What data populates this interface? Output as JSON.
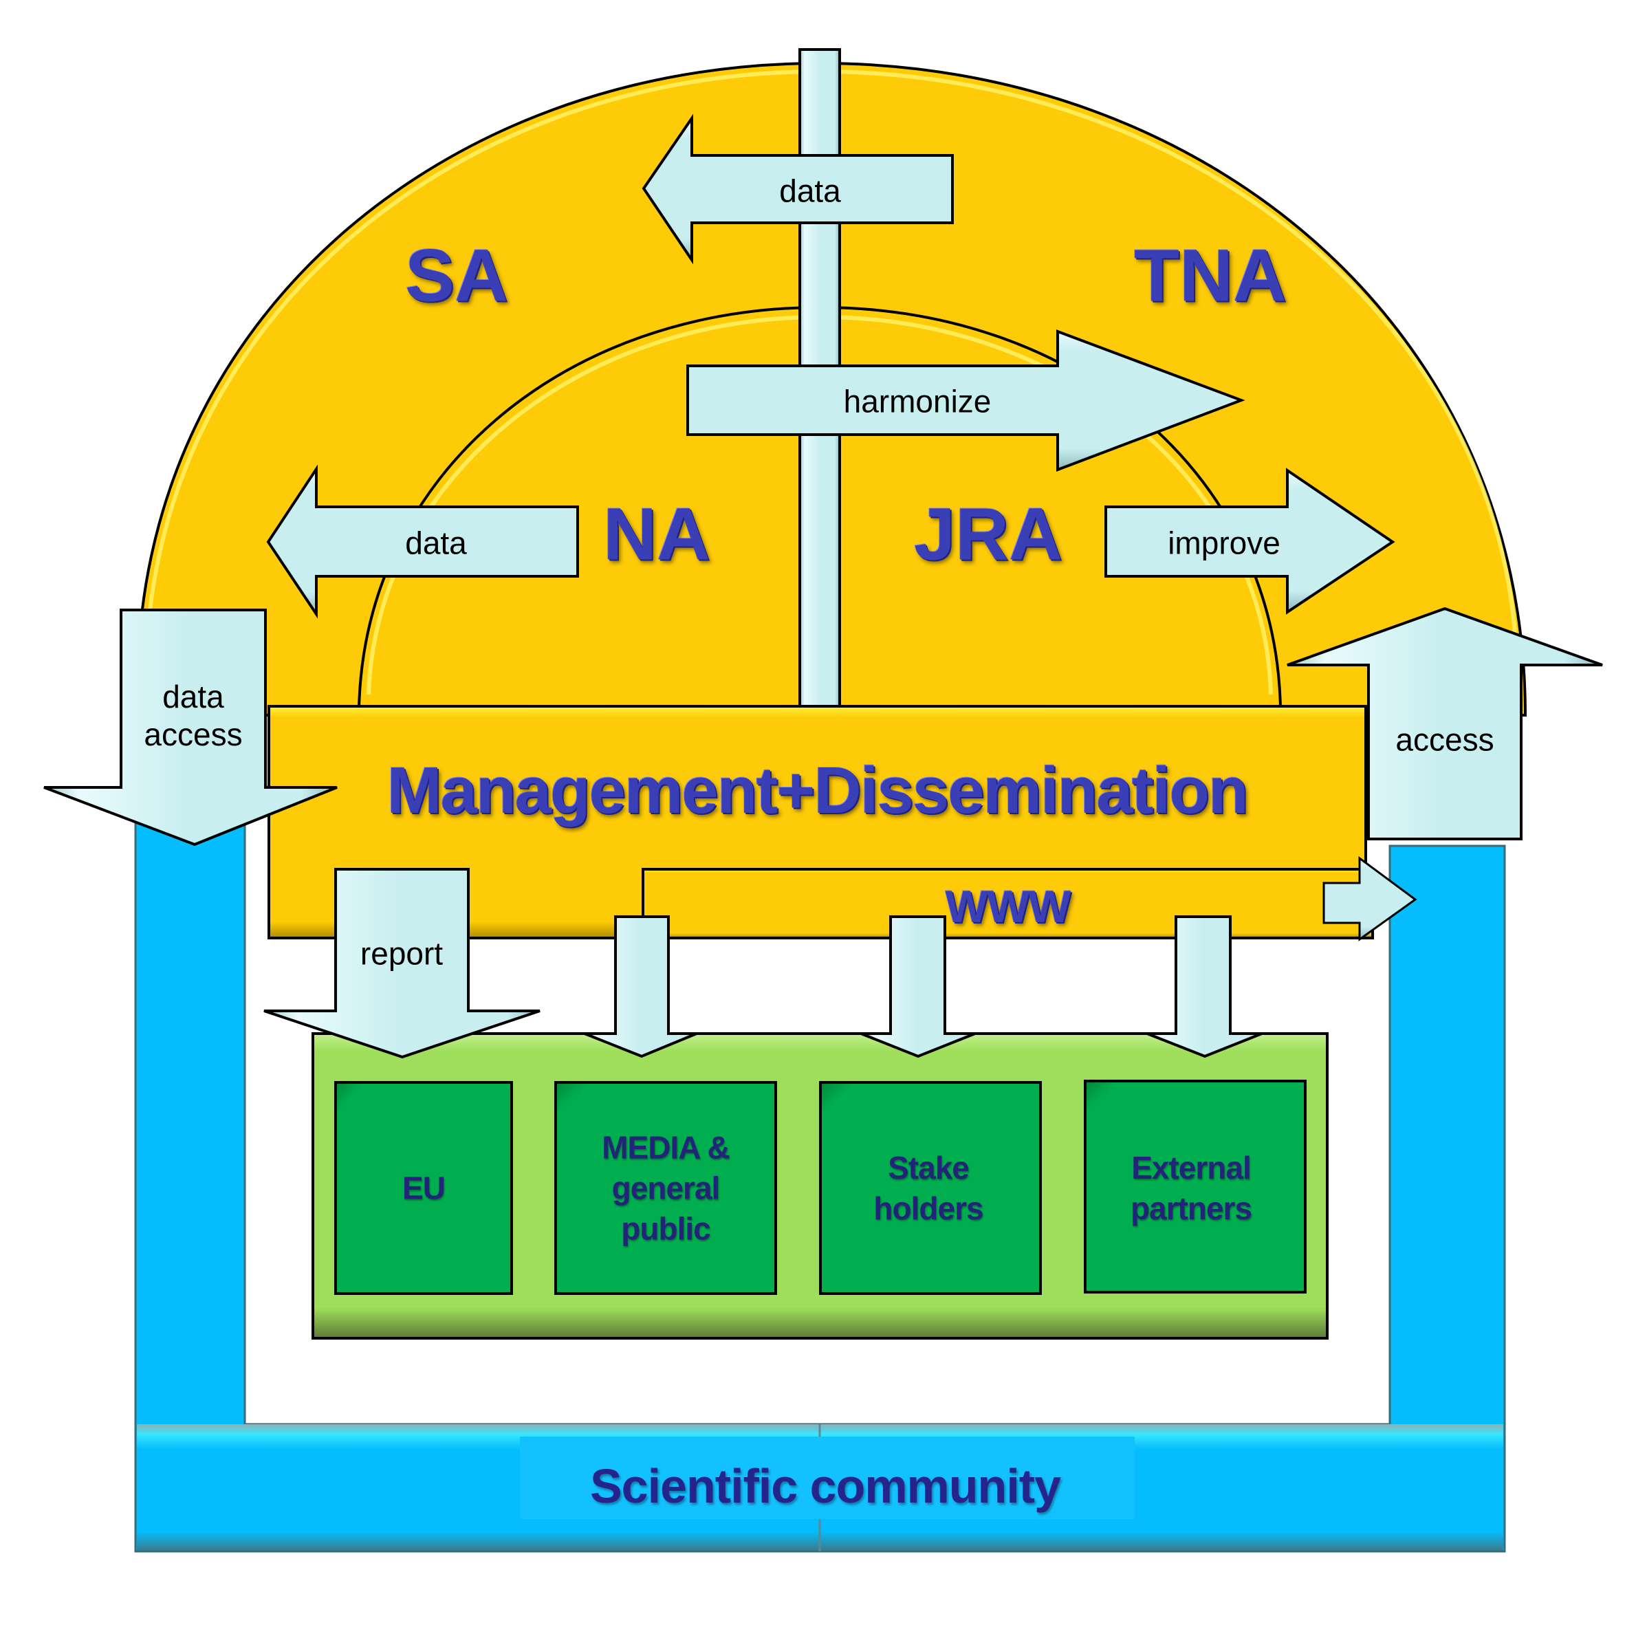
{
  "diagram": {
    "zones": {
      "outer_dome_left": "SA",
      "outer_dome_right": "TNA",
      "inner_dome_left": "NA",
      "inner_dome_right": "JRA"
    },
    "arrows": {
      "top_data": "data",
      "harmonize": "harmonize",
      "na_data": "data",
      "improve": "improve",
      "data_access_line1": "data",
      "data_access_line2": "access",
      "access": "access",
      "report": "report"
    },
    "management_box": "Management+Dissemination",
    "www_box": "WWW",
    "audiences": [
      {
        "lines": [
          "EU"
        ]
      },
      {
        "lines": [
          "MEDIA &",
          "general",
          "public"
        ]
      },
      {
        "lines": [
          "Stake",
          "holders"
        ]
      },
      {
        "lines": [
          "External",
          "partners"
        ]
      }
    ],
    "community_frame": "Scientific community",
    "colors": {
      "dome_yellow": "#FDCB07",
      "arrow_fill": "#C8EEF0",
      "frame_blue": "#05BCFC",
      "panel_green": "#9EDE5A",
      "box_green": "#00AE50",
      "label_blue": "#3A3FB5"
    }
  }
}
